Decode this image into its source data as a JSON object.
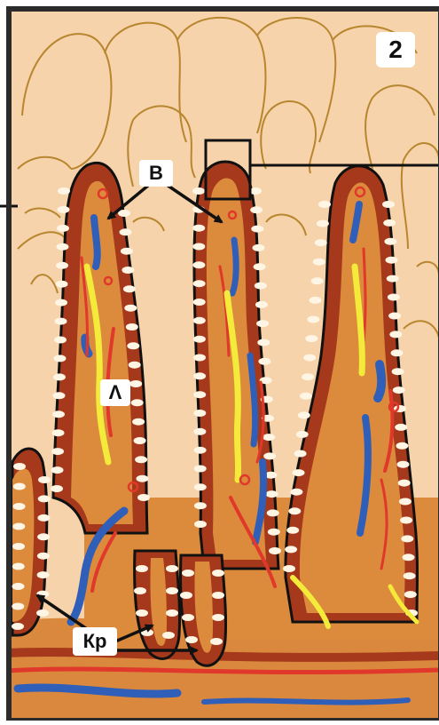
{
  "figure": {
    "panel_number": "2",
    "labels": {
      "villus_epithelium": "В",
      "lacteal": "Λ",
      "crypts": "Кр"
    },
    "colors": {
      "background_tissue": "#f6d3aa",
      "contour_lines": "#b8862f",
      "epithelium": "#a6391b",
      "goblet_cells": "#fff5e4",
      "lamina_propria": "#dc8a3c",
      "outline": "#111111",
      "vein": "#2f5fb8",
      "artery": "#e0382a",
      "lacteal": "#f3ea3a"
    },
    "icons": [
      "arrow-icon"
    ]
  }
}
